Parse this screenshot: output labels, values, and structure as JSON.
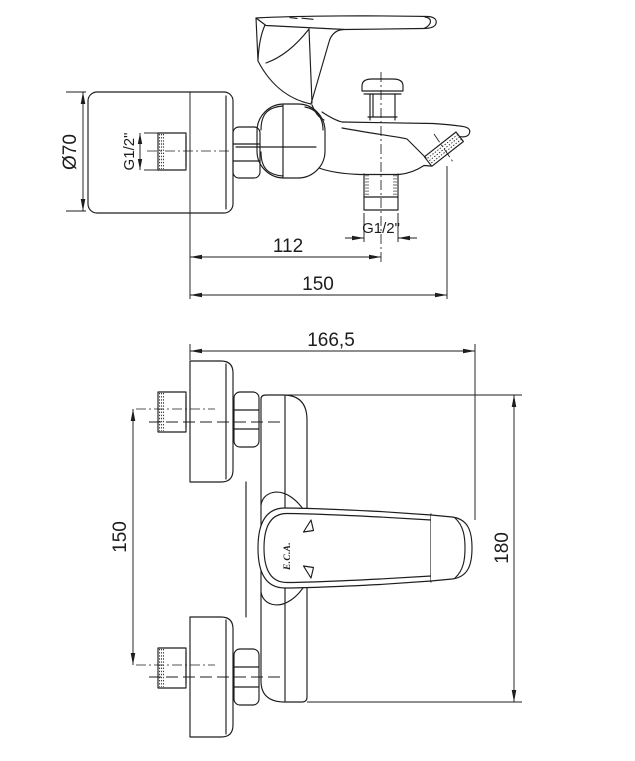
{
  "colors": {
    "line": "#1d1d1d",
    "background": "#ffffff"
  },
  "side_view": {
    "diameter": "Ø70",
    "inlet_thread": "G1/2\"",
    "outlet_thread": "G1/2\"",
    "dim_wall_to_outlet": "112",
    "dim_overall_depth": "150"
  },
  "front_view": {
    "dim_overall_width": "166,5",
    "dim_inlet_centers": "150",
    "dim_overall_height": "180",
    "handle_logo": "E.C.A."
  }
}
